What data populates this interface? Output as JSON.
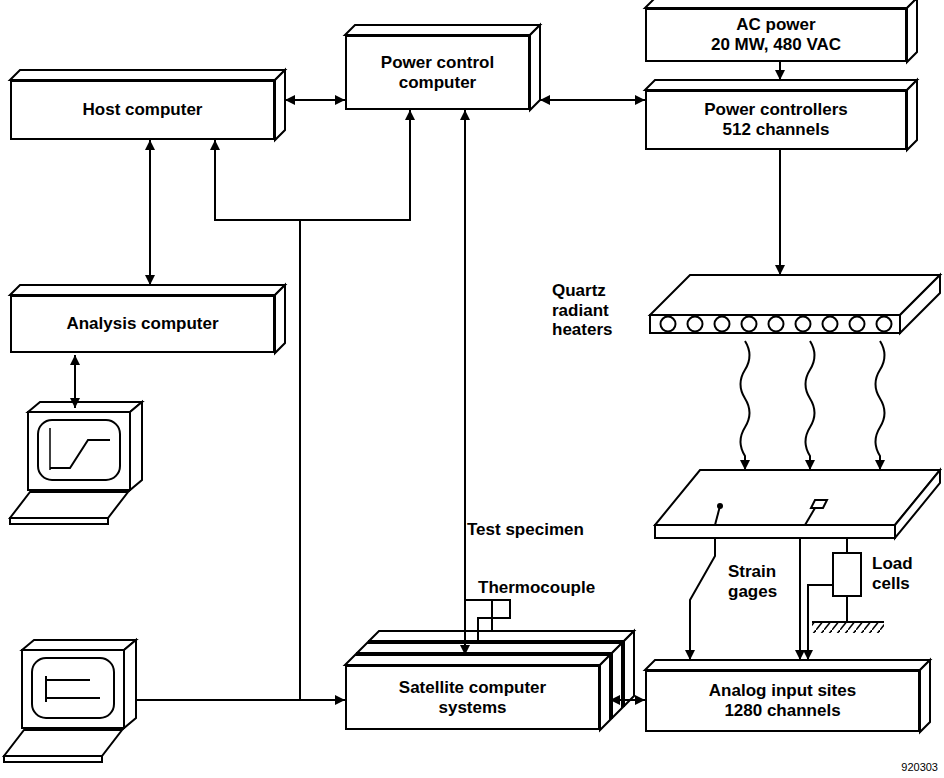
{
  "diagram": {
    "nodes": [
      {
        "text": [
          "AC power",
          "20 MW, 480 VAC"
        ]
      },
      {
        "text": [
          "Host computer"
        ]
      },
      {
        "text": [
          "Power control computer"
        ]
      },
      {
        "text": [
          "Power controllers",
          "512 channels"
        ]
      },
      {
        "text": [
          "Quartz radiant heaters"
        ]
      },
      {
        "text": [
          "Analysis computer"
        ]
      },
      {
        "text": [
          "Test specimen"
        ]
      },
      {
        "text": [
          "Load cells"
        ]
      },
      {
        "text": [
          "Satellite computer systems"
        ]
      },
      {
        "text": [
          "Analog input sites",
          "1280 channels"
        ]
      }
    ],
    "edges": [
      {
        "from": 0,
        "to": 3,
        "arrow": "to"
      },
      {
        "from": 1,
        "to": 2,
        "arrow": "both"
      },
      {
        "from": 2,
        "to": 3,
        "arrow": "both"
      },
      {
        "from": 1,
        "to": 5,
        "arrow": "both"
      },
      {
        "from": 3,
        "to": 4,
        "arrow": "to"
      },
      {
        "from": 4,
        "to": 6,
        "arrow": "to"
      },
      {
        "from": 4,
        "to": 6,
        "arrow": "to"
      },
      {
        "from": 4,
        "to": 6,
        "arrow": "to"
      },
      {
        "from": 6,
        "to": 9,
        "label": "Thermocouple",
        "arrow": "to"
      },
      {
        "from": 6,
        "to": 9,
        "label": "Strain gages",
        "arrow": "to"
      },
      {
        "from": 7,
        "to": 9,
        "arrow": "to"
      },
      {
        "from": 8,
        "to": 9,
        "arrow": "both"
      },
      {
        "from": 2,
        "to": 8,
        "arrow": "both"
      },
      {
        "from": 8,
        "to": 1,
        "arrow": "to"
      },
      {
        "from": 8,
        "to": 2,
        "arrow": "to"
      }
    ],
    "labels": [
      "920303"
    ]
  }
}
